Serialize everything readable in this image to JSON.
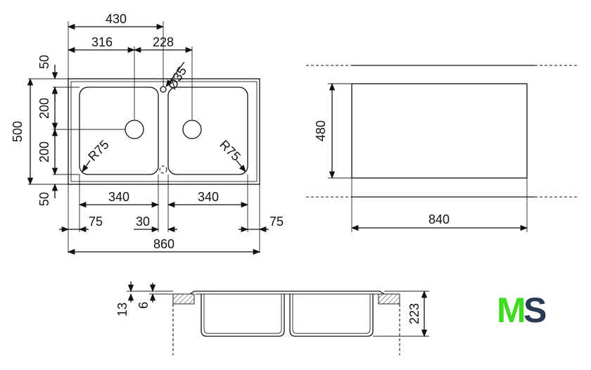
{
  "drawing": {
    "top_view": {
      "overall_width_top": "430",
      "seg_left": "316",
      "seg_right": "228",
      "tap_hole": "Ø35",
      "height_total": "500",
      "h_top": "50",
      "h_upper": "200",
      "h_lower": "200",
      "h_bottom": "50",
      "bowl_left_width": "340",
      "bowl_right_width": "340",
      "margin_left": "75",
      "divider": "30",
      "margin_right": "75",
      "overall_width": "860",
      "radius_left": "R75",
      "radius_right": "R75"
    },
    "cutout_view": {
      "height": "480",
      "width": "840"
    },
    "section_view": {
      "lip_13": "13",
      "lip_6": "6",
      "depth": "223"
    }
  },
  "logo": {
    "letter_m": "M",
    "letter_s": "S",
    "color_m": "#3ddc1f",
    "color_s": "#2a3a55"
  }
}
